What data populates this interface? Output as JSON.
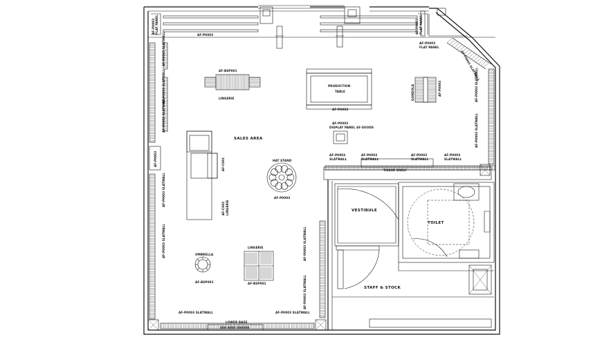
{
  "labels": {
    "flat_panel_left": "FLAT PANEL",
    "af_code_top_left": "AF-P0003",
    "flat_panel_right": "FLAT PANEL",
    "af_code_top_right": "AF-P0003",
    "flat_panel_right_b": "FLAT PANEL",
    "af_code_top_right_b": "AF-P0003",
    "slatwall_l1": "AF-P0003 SLATWALL",
    "slatwall_l2": "AF-P0003 SLATWALL",
    "slatwall_l3": "AF-P0003 SLATWALL",
    "slatwall_l4": "AF-P0003 SLATWALL",
    "slatwall_l5": "AF-P0003 SLATWALL",
    "cash_left": "AF-P0003",
    "af_top_center": "AF-P0003",
    "lingerie_top": "LINGERIE",
    "af_lingerie_top": "AF-BSP001",
    "production_table_line1": "PRODUCTION",
    "production_table_line2": "TABLE",
    "af_table": "AF-P0003",
    "af_gondola_right": "AF-P0003",
    "gondola_right": "GONDOLA",
    "af_display": "AF-P0003",
    "display_caption": "DISPLAY PANEL 49 GOODS",
    "sales_area": "SALES AREA",
    "af_counter": "AF-C001",
    "af_lingerie_mid": "AF-C002",
    "lingerie_mid": "LINGERIE",
    "hat_stand": "HAT STAND",
    "af_hat": "AF-P0003",
    "af_r1": "AF-P0003",
    "af_r2": "AF-P0003",
    "af_r3": "AF-P0003",
    "af_r4": "AF-P0003",
    "slatwall_r1": "SLATWALL",
    "slatwall_r2": "SLATWALL",
    "slatwall_r3": "SLATWALL",
    "slatwall_r4": "SLATWALL",
    "slatwall_corner": "AF-P0003 SLATWALL",
    "slatwall_side_r": "AF-P0003 SLATWALL",
    "slatwall_side_r2": "AF-P0003 SLATWALL",
    "tissue_shelf": "TISSUE SHELF",
    "vestibule": "VESTIBULE",
    "toilet": "TOILET",
    "staff_stock": "STAFF & STOCK",
    "umbrella": "UMBRELLA",
    "af_umbrella": "AF-BSP001",
    "lingerie_bottom": "LINGERIE",
    "af_lingerie_bottom": "AF-BSP001",
    "slatwall_bl": "AF-P0003 SLATWALL",
    "slatwall_bm": "AF-P0003 SLATWALL",
    "slatwall_mid_left": "AF-P0003 SLATWALL",
    "slatwall_mid_right": "AF-P0003 SLATWALL",
    "bottom_caption_line1": "LOWER BASE",
    "bottom_caption_line2": "000 0000 000000"
  }
}
